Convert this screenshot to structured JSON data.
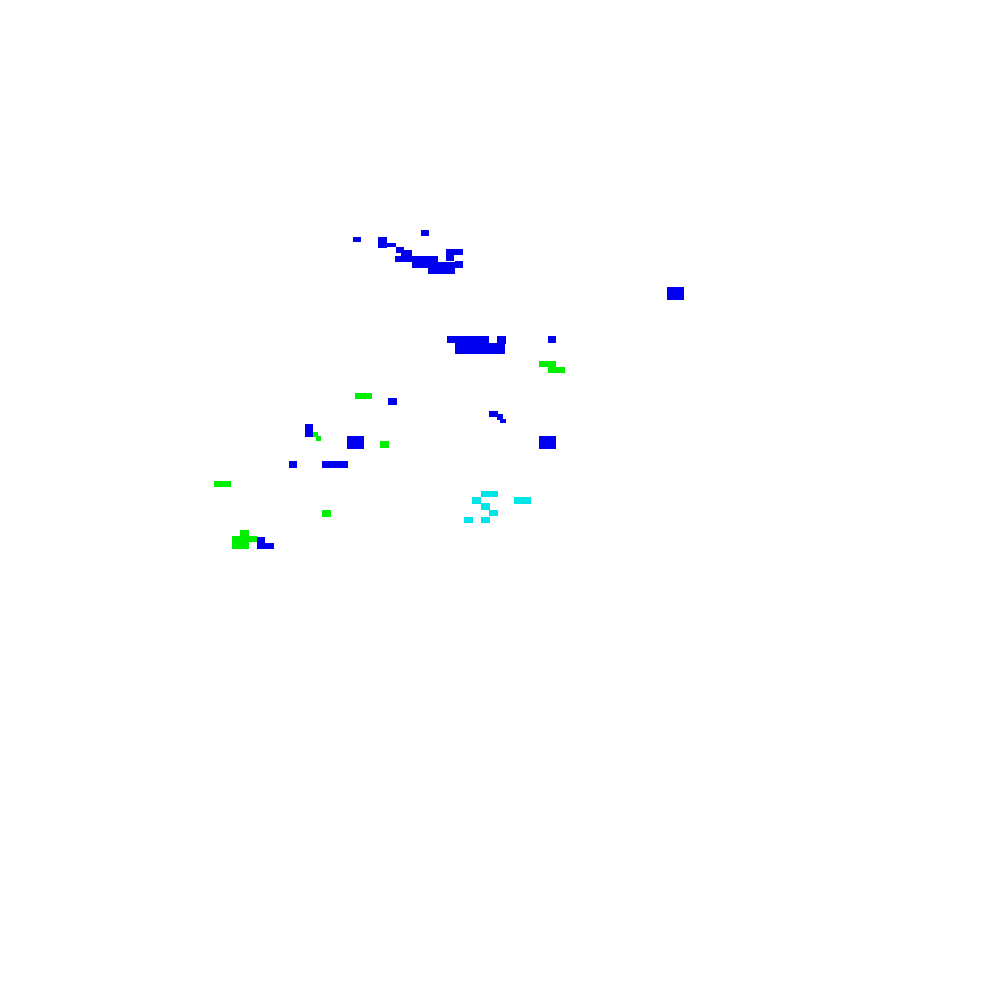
{
  "palette": {
    "background": "#ffffff",
    "blue": "#0000ee",
    "green": "#00ee00",
    "cyan": "#00e5e5"
  },
  "layers": [
    {
      "name": "blue",
      "color_key": "blue"
    },
    {
      "name": "green",
      "color_key": "green"
    },
    {
      "name": "cyan",
      "color_key": "cyan"
    }
  ]
}
